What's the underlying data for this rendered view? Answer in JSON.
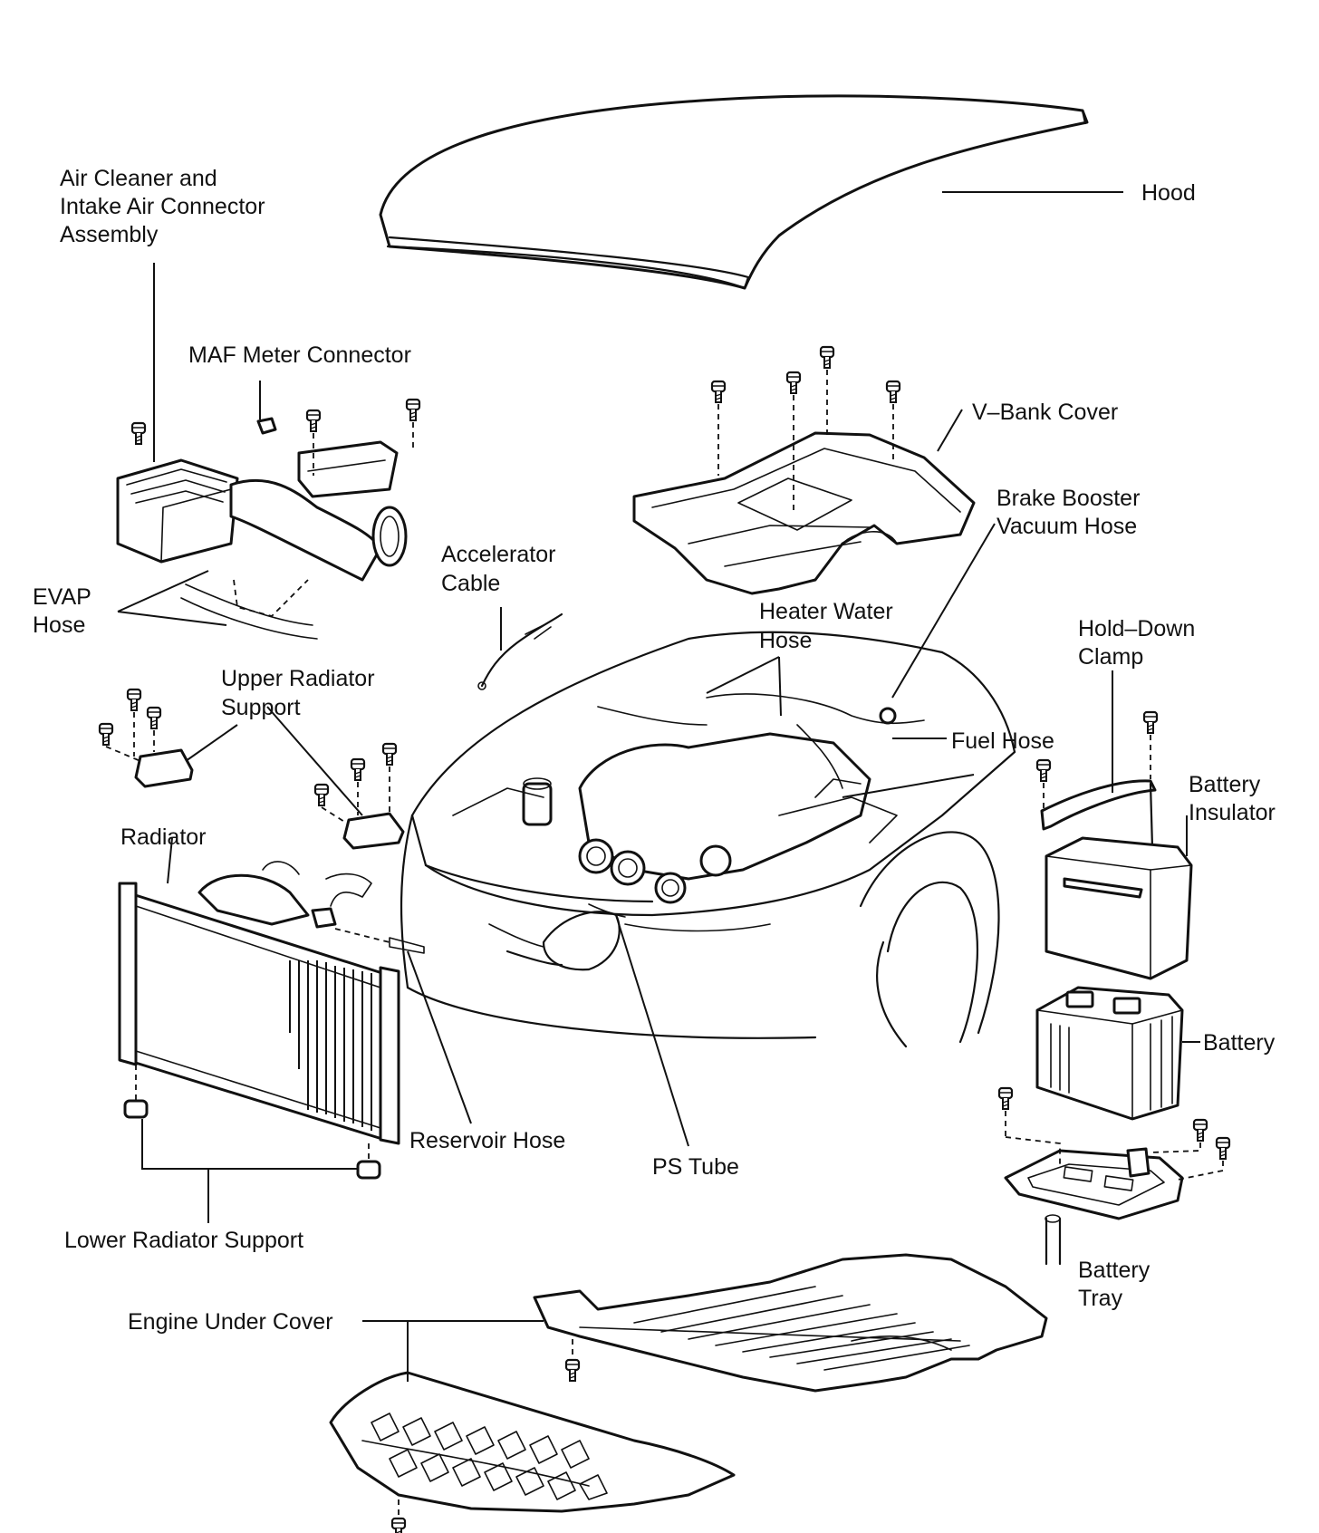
{
  "labels": {
    "hood": "Hood",
    "air_cleaner_1": "Air Cleaner and",
    "air_cleaner_2": "Intake Air Connector",
    "air_cleaner_3": "Assembly",
    "maf": "MAF Meter Connector",
    "vbank": "V–Bank Cover",
    "brake_1": "Brake Booster",
    "brake_2": "Vacuum Hose",
    "accel_1": "Accelerator",
    "accel_2": "Cable",
    "evap_1": "EVAP",
    "evap_2": "Hose",
    "heater_1": "Heater Water",
    "heater_2": "Hose",
    "holddown_1": "Hold–Down",
    "holddown_2": "Clamp",
    "upper_rad_1": "Upper Radiator",
    "upper_rad_2": "Support",
    "fuel_hose": "Fuel Hose",
    "batt_ins_1": "Battery",
    "batt_ins_2": "Insulator",
    "radiator": "Radiator",
    "battery": "Battery",
    "reservoir": "Reservoir Hose",
    "ps_tube": "PS Tube",
    "lower_rad": "Lower Radiator Support",
    "batt_tray_1": "Battery",
    "batt_tray_2": "Tray",
    "engine_cover": "Engine Under Cover"
  }
}
